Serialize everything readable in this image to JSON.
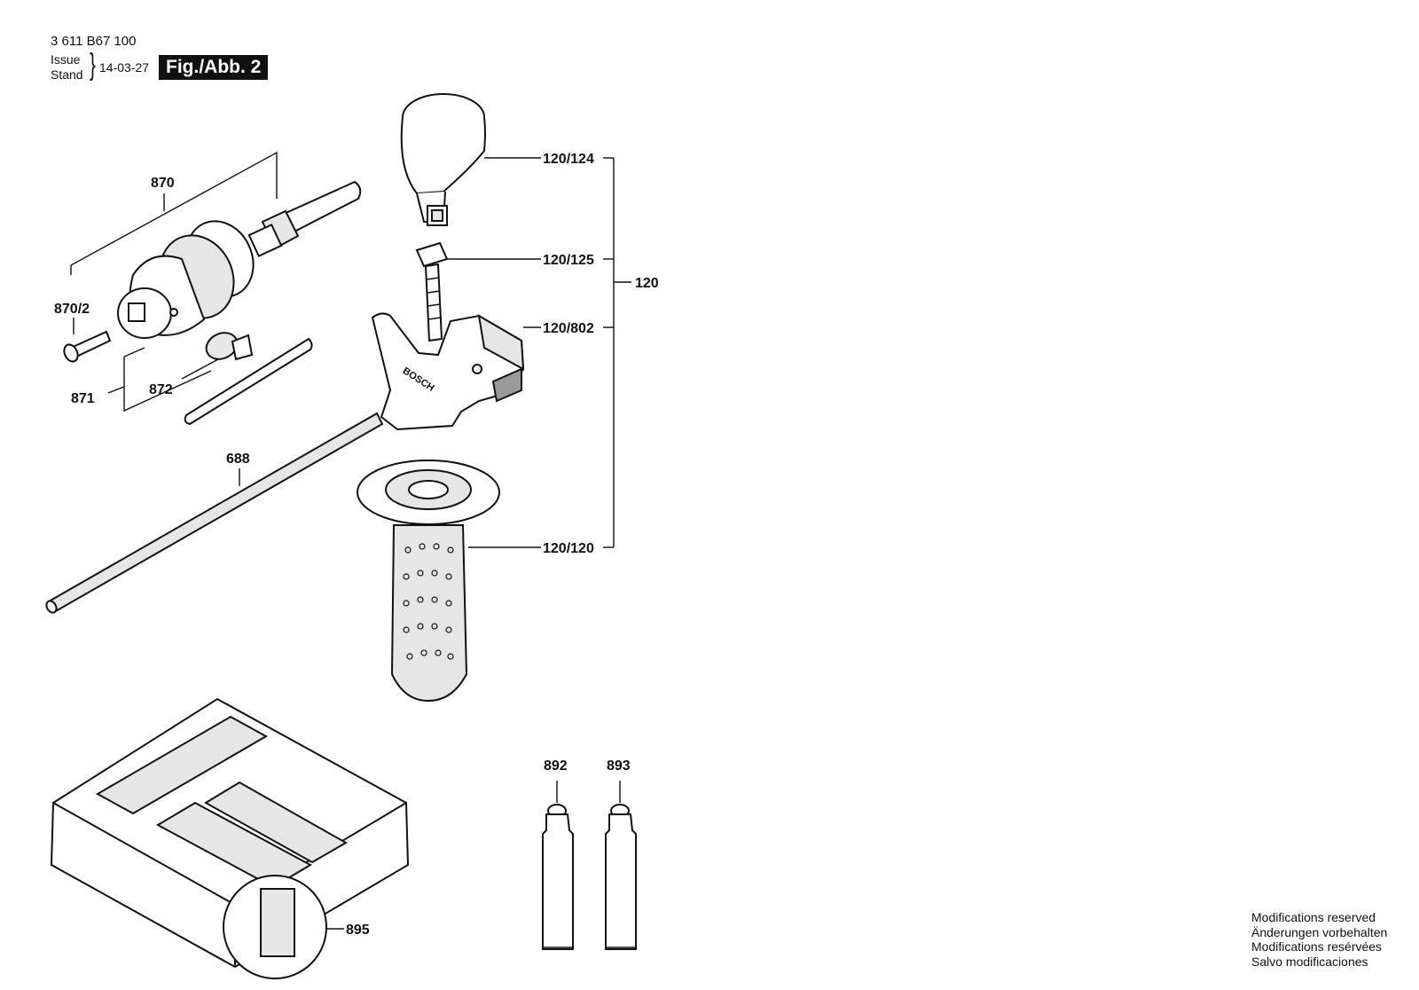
{
  "header": {
    "doc_number": "3 611 B67 100",
    "issue_label": "Issue",
    "stand_label": "Stand",
    "brace": "}",
    "issue_date": "14-03-27",
    "figure_label": "Fig./Abb. 2"
  },
  "callouts": {
    "c870": "870",
    "c870_2": "870/2",
    "c871": "871",
    "c872": "872",
    "c688": "688",
    "c120_124": "120/124",
    "c120_125": "120/125",
    "c120": "120",
    "c120_802": "120/802",
    "c120_120": "120/120",
    "c892": "892",
    "c893": "893",
    "c895": "895"
  },
  "handle_brand": "BOSCH",
  "footer": {
    "modifications": [
      "Modifications reserved",
      "Änderungen vorbehalten",
      "Modifications resérvées",
      "Salvo modificaciones"
    ]
  }
}
